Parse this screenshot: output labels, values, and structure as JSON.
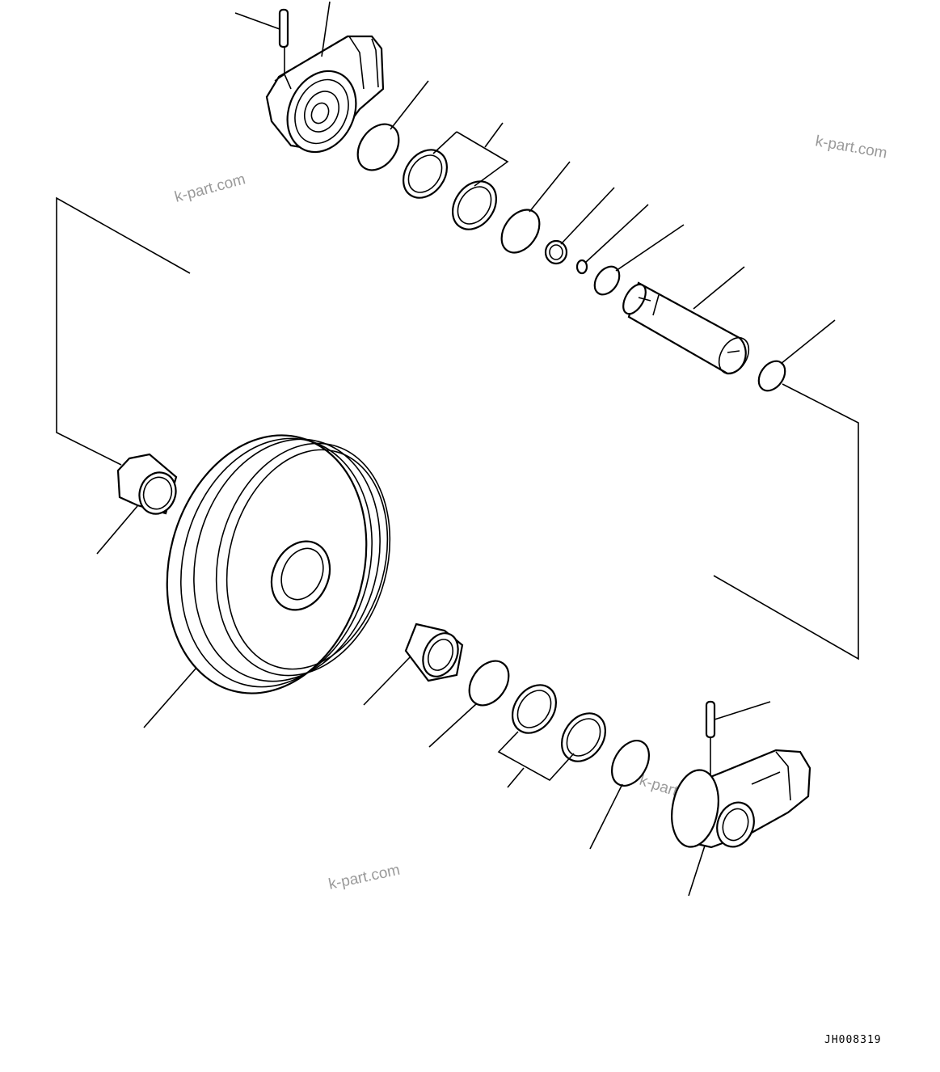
{
  "drawing": {
    "code": "JH008319",
    "watermarks": [
      "k-part.com",
      "k-part.com",
      "k-part.com",
      "k-part.com"
    ],
    "colors": {
      "line": "#000000",
      "watermark": "#9a9a9a",
      "background": "#ffffff"
    }
  }
}
